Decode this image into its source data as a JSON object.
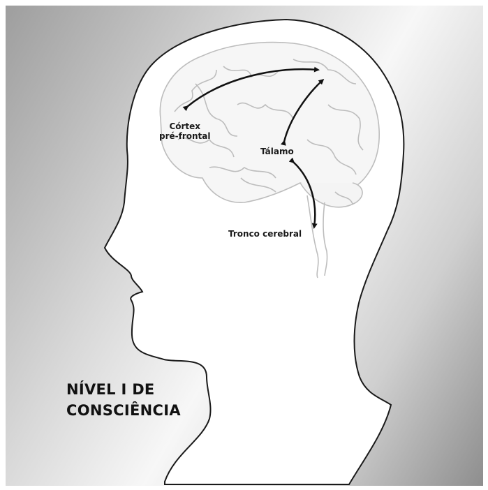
{
  "labels": {
    "cortex_line1": "Córtex",
    "cortex_line2": "pré-frontal",
    "talamo": "Tálamo",
    "tronco": "Tronco cerebral"
  },
  "title": {
    "line1": "NÍVEL I DE",
    "line2": "CONSCIÊNCIA"
  },
  "colors": {
    "outline": "#1a1a1a",
    "brain": "#c9c9c9",
    "head_fill": "#ffffff"
  }
}
